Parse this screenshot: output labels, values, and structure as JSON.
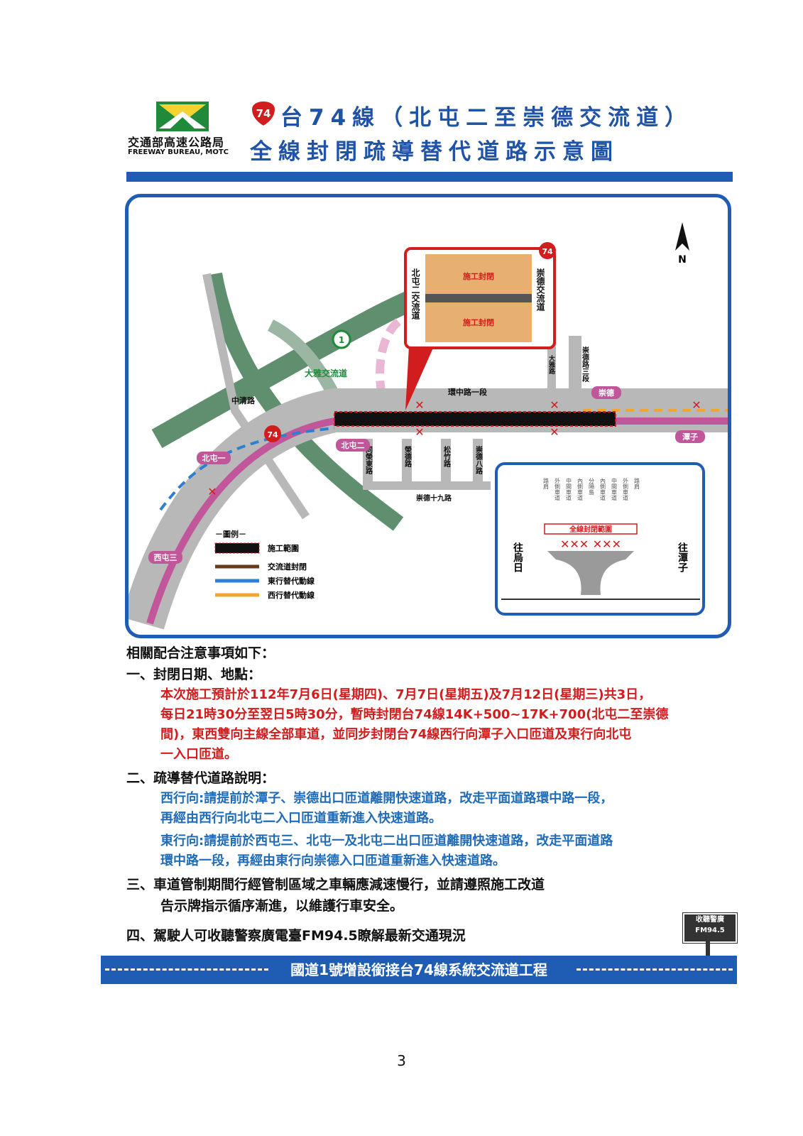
{
  "header": {
    "agency_cn": "交通部高速公路局",
    "agency_en": "FREEWAY BUREAU, MOTC",
    "route_shield": "74",
    "title_line1": "台74線（北屯二至崇德交流道）",
    "title_line2": "全線封閉疏導替代道路示意圖"
  },
  "map": {
    "north": "N",
    "interchange_dazhi": "大雅交流道",
    "shield_1": "1",
    "shield_74": "74",
    "road_zhongqing": "中清路",
    "road_huanzhong": "環中路一段",
    "road_dajia": "大雅路",
    "road_chongde3": "崇德路三段",
    "road_tongle_east": "同榮東路",
    "road_rongde": "榮德路",
    "road_songzhu": "松竹路",
    "road_chongde8": "崇德八路",
    "road_chongde19": "崇德十九路",
    "tag_beitun1": "北屯一",
    "tag_beitun2": "北屯二",
    "tag_chongde": "崇德",
    "tag_tanzi": "潭子",
    "tag_xitun3": "西屯三",
    "inset_left": "北屯二交流道",
    "inset_right": "崇德交流道",
    "inset_close_top": "施工封閉",
    "inset_close_bottom": "施工封閉",
    "legend": {
      "title": "－圖例－",
      "items": [
        "施工範圍",
        "交流道封閉",
        "東行替代動線",
        "西行替代動線"
      ]
    },
    "section": {
      "lanes": [
        "路肩",
        "外側車道",
        "中間車道",
        "內側車道",
        "分隔島",
        "內側車道",
        "中間車道",
        "外側車道",
        "路肩"
      ],
      "banner": "全線封閉範圍",
      "to_left": "往烏日",
      "to_right": "往潭子"
    }
  },
  "notes": {
    "intro": "相關配合注意事項如下：",
    "h1": "一、封閉日期、地點：",
    "p1": [
      "本次施工預計於112年7月6日(星期四)、7月7日(星期五)及7月12日(星期三)共3日，",
      "每日21時30分至翌日5時30分，暫時封閉台74線14K+500~17K+700(北屯二至崇德",
      "間)，東西雙向主線全部車道，並同步封閉台74線西行向潭子入口匝道及東行向北屯",
      "一入口匝道。"
    ],
    "h2": "二、疏導替代道路說明：",
    "p2a": [
      "西行向:請提前於潭子、崇德出口匝道離開快速道路，改走平面道路環中路一段，",
      "再經由西行向北屯二入口匝道重新進入快速道路。"
    ],
    "p2b": [
      "東行向:請提前於西屯三、北屯一及北屯二出口匝道離開快速道路，改走平面道路",
      "環中路一段，再經由東行向崇德入口匝道重新進入快速道路。"
    ],
    "h3": "三、車道管制期間行經管制區域之車輛應減速慢行，並請遵照施工改道",
    "h3b": "告示牌指示循序漸進，以維護行車安全。",
    "h4": "四、駕駛人可收聽警察廣電臺FM94.5瞭解最新交通現況"
  },
  "radio_sign": {
    "line1": "收聽警廣",
    "line2": "FM94.5"
  },
  "footer": {
    "project": "國道1號增設銜接台74線系統交流道工程"
  },
  "page_number": "3",
  "colors": {
    "blue": "#1f5db5",
    "red": "#d11d1d",
    "accent_blue": "#1f6bb8",
    "pink": "#c2569a",
    "brown": "#6b3a18",
    "orange": "#f3a531"
  }
}
